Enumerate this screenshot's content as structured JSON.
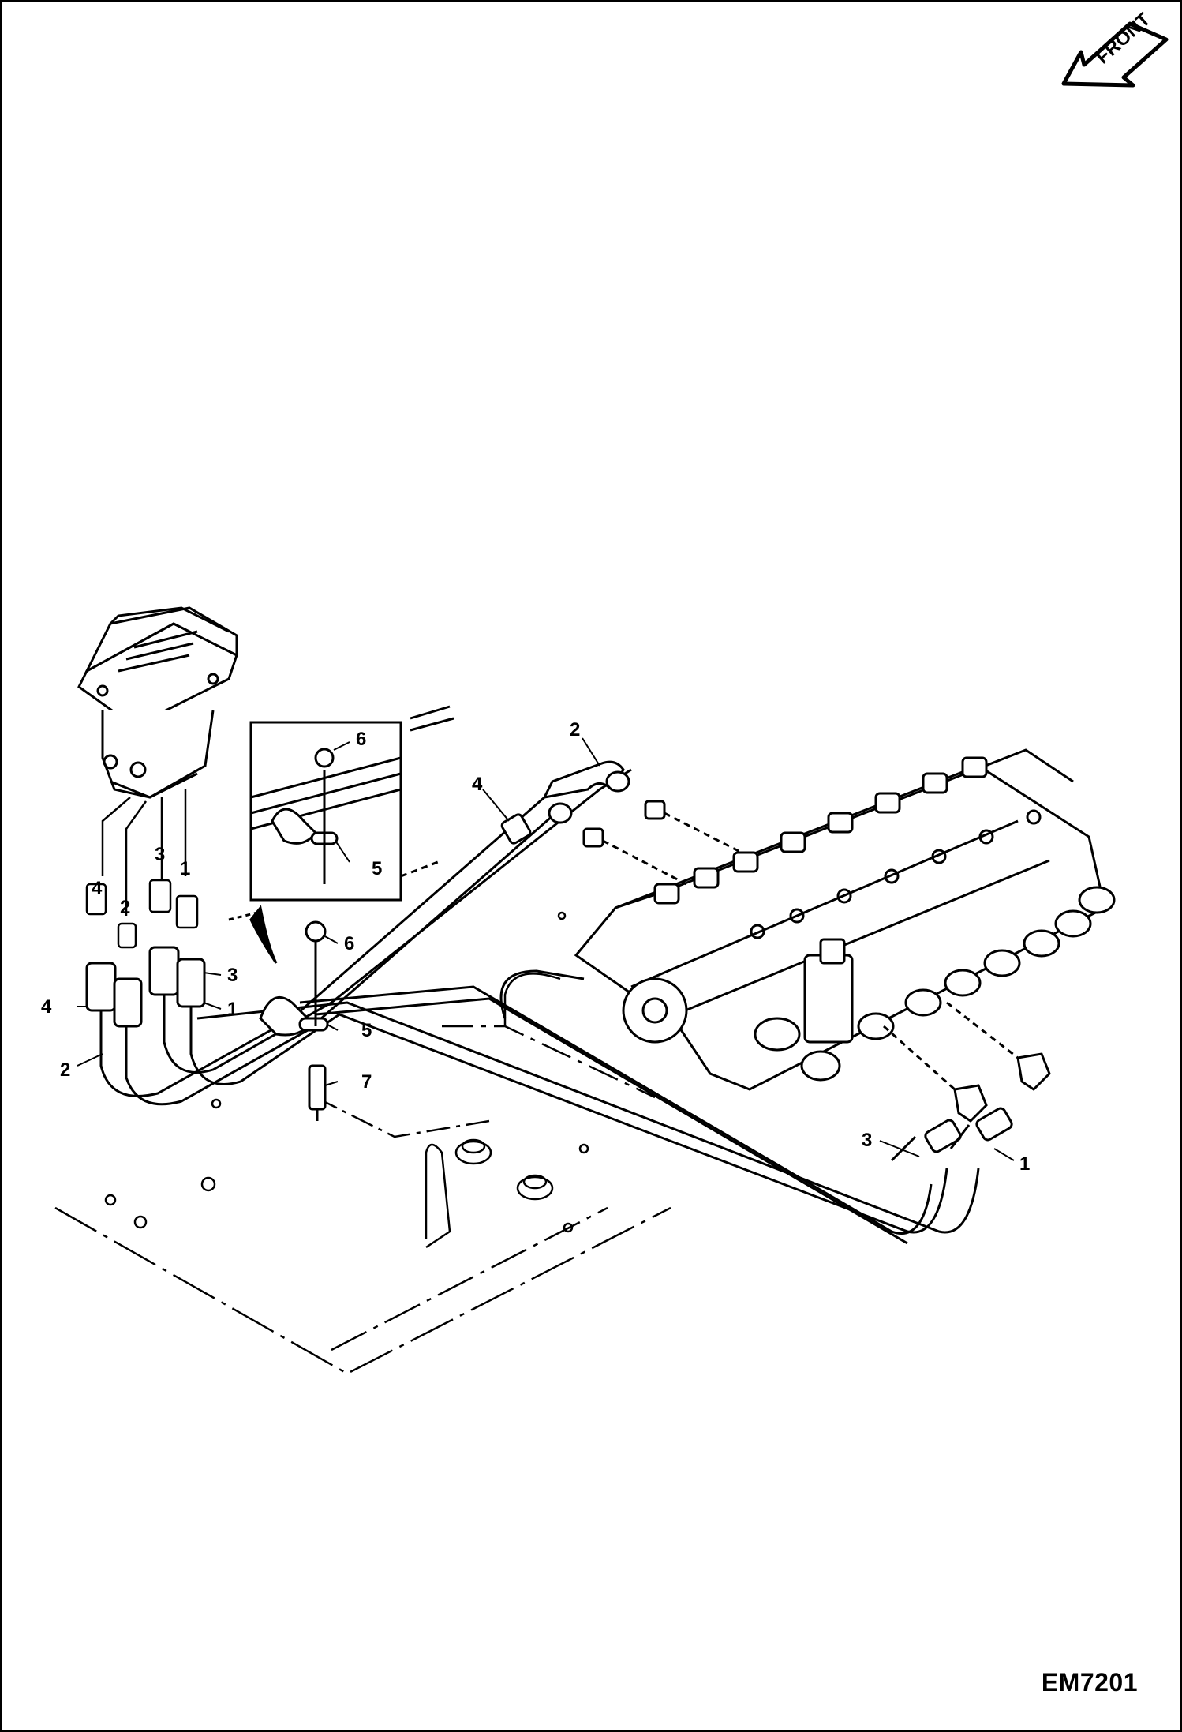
{
  "orientation": {
    "arrow_label": "FRONT",
    "arrow_icon": "front-direction-arrow-icon"
  },
  "callouts": {
    "c1_upper": "1",
    "c3_upper": "3",
    "c2_upper": "2",
    "c4_upper": "4",
    "c3_mid": "3",
    "c1_mid": "1",
    "c4_mid": "4",
    "c2_mid": "2",
    "c6_detail": "6",
    "c5_detail": "5",
    "c6_main": "6",
    "c5_main": "5",
    "c7_main": "7",
    "c4_hose": "4",
    "c2_hose": "2",
    "c3_right": "3",
    "c1_right": "1"
  },
  "drawing_code": "EM7201",
  "colors": {
    "line": "#000000",
    "background": "#ffffff"
  }
}
